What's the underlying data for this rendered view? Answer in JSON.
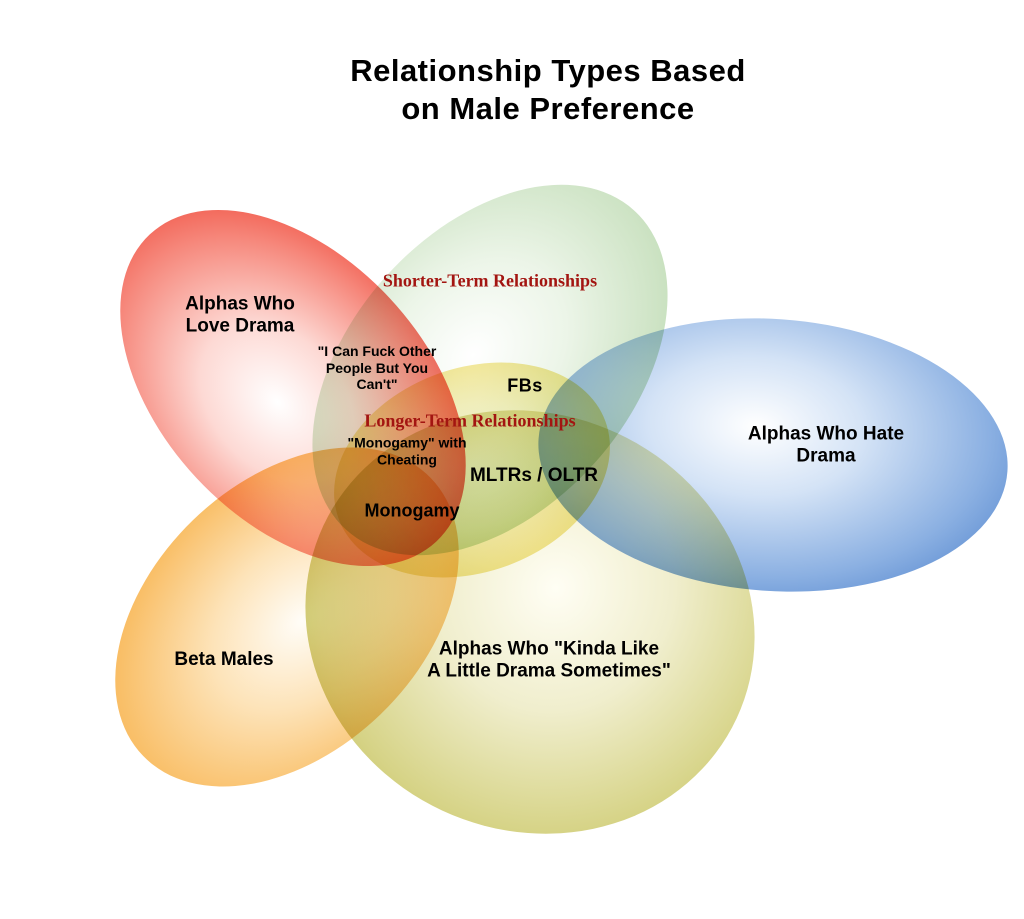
{
  "title": "Relationship Types Based\non Male Preference",
  "venn": {
    "sets": {
      "alphas_love_drama": {
        "label": "Alphas Who\nLove Drama",
        "color": "#ee3526"
      },
      "shorter_term": {
        "label": "Shorter-Term Relationships",
        "color": "#abd19f"
      },
      "alphas_hate_drama": {
        "label": "Alphas Who Hate Drama",
        "color": "#4377c6"
      },
      "beta_males": {
        "label": "Beta Males",
        "color": "#f5a233"
      },
      "alphas_kinda_like_drama": {
        "label": "Alphas Who \"Kinda Like\nA Little Drama Sometimes\"",
        "color": "#b5b33c"
      },
      "longer_term": {
        "label": "Longer-Term Relationships",
        "color": "#e8d554"
      }
    },
    "intersections": {
      "i_can_fuck_other": {
        "label": "\"I Can Fuck Other\nPeople But You\nCan't\""
      },
      "fbs": {
        "label": "FBs"
      },
      "monogamy_with_cheating": {
        "label": "\"Monogamy\" with\nCheating"
      },
      "mltrs_oltr": {
        "label": "MLTRs / OLTR"
      },
      "monogamy": {
        "label": "Monogamy"
      }
    },
    "category_text_color": "#a31511",
    "label_text_color": "#000000",
    "background_color": "#ffffff"
  }
}
